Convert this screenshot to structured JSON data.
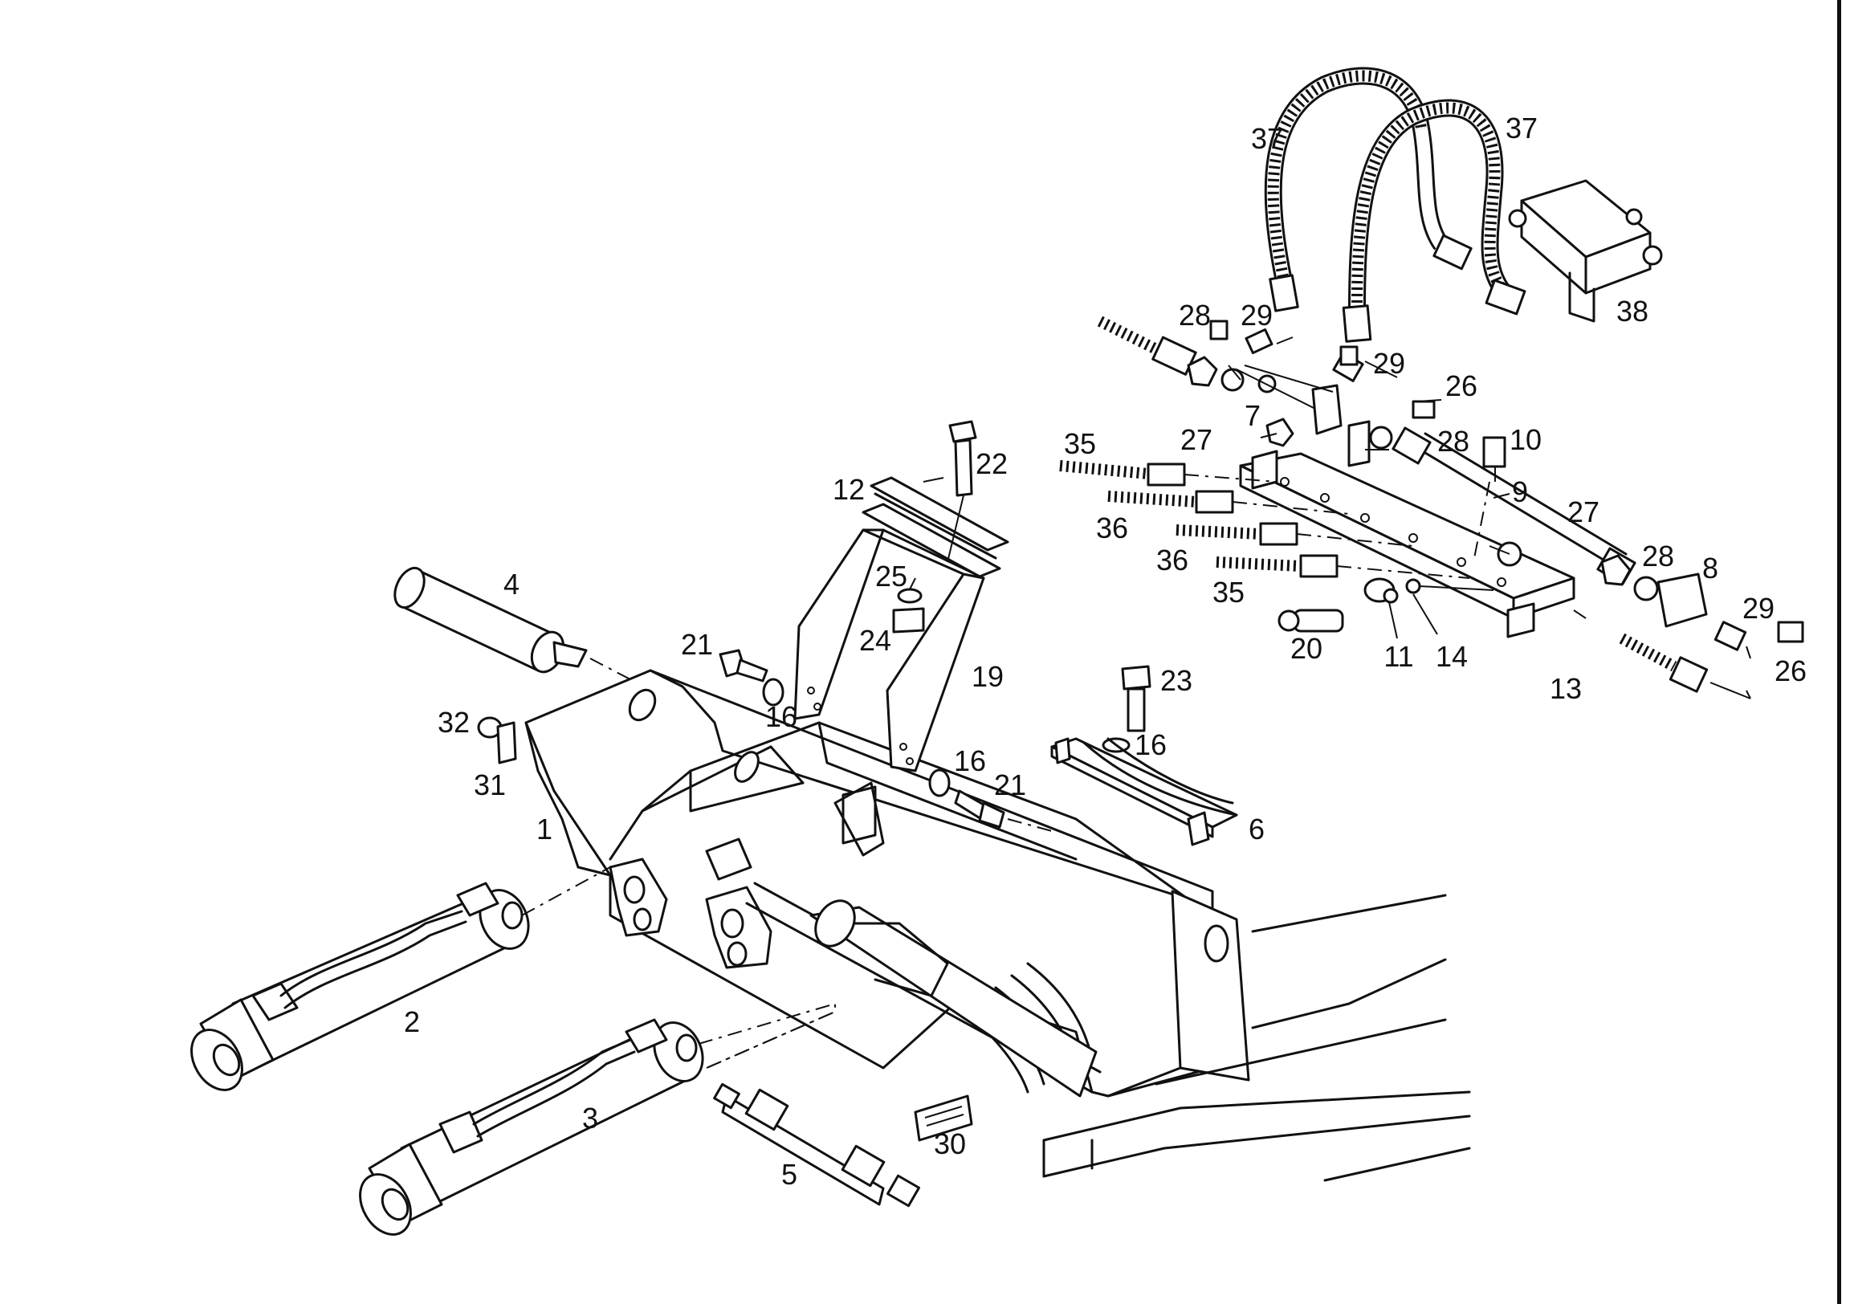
{
  "callouts": [
    {
      "id": "c37a",
      "text": "37"
    },
    {
      "id": "c37b",
      "text": "37"
    },
    {
      "id": "c38",
      "text": "38"
    },
    {
      "id": "c28a",
      "text": "28"
    },
    {
      "id": "c29a",
      "text": "29"
    },
    {
      "id": "c29b",
      "text": "29"
    },
    {
      "id": "c26a",
      "text": "26"
    },
    {
      "id": "c7",
      "text": "7"
    },
    {
      "id": "c27a",
      "text": "27"
    },
    {
      "id": "c28b",
      "text": "28"
    },
    {
      "id": "c10",
      "text": "10"
    },
    {
      "id": "c35a",
      "text": "35"
    },
    {
      "id": "c9",
      "text": "9"
    },
    {
      "id": "c27b",
      "text": "27"
    },
    {
      "id": "c36a",
      "text": "36"
    },
    {
      "id": "c36b",
      "text": "36"
    },
    {
      "id": "c28c",
      "text": "28"
    },
    {
      "id": "c8",
      "text": "8"
    },
    {
      "id": "c35b",
      "text": "35"
    },
    {
      "id": "c29c",
      "text": "29"
    },
    {
      "id": "c20",
      "text": "20"
    },
    {
      "id": "c11",
      "text": "11"
    },
    {
      "id": "c14",
      "text": "14"
    },
    {
      "id": "c13",
      "text": "13"
    },
    {
      "id": "c26b",
      "text": "26"
    },
    {
      "id": "c22",
      "text": "22"
    },
    {
      "id": "c12",
      "text": "12"
    },
    {
      "id": "c25",
      "text": "25"
    },
    {
      "id": "c24",
      "text": "24"
    },
    {
      "id": "c4",
      "text": "4"
    },
    {
      "id": "c21a",
      "text": "21"
    },
    {
      "id": "c19",
      "text": "19"
    },
    {
      "id": "c16a",
      "text": "16"
    },
    {
      "id": "c23",
      "text": "23"
    },
    {
      "id": "c32",
      "text": "32"
    },
    {
      "id": "c16b",
      "text": "16"
    },
    {
      "id": "c16c",
      "text": "16"
    },
    {
      "id": "c31",
      "text": "31"
    },
    {
      "id": "c21b",
      "text": "21"
    },
    {
      "id": "c6",
      "text": "6"
    },
    {
      "id": "c1",
      "text": "1"
    },
    {
      "id": "c2",
      "text": "2"
    },
    {
      "id": "c3",
      "text": "3"
    },
    {
      "id": "c30",
      "text": "30"
    },
    {
      "id": "c5",
      "text": "5"
    }
  ]
}
